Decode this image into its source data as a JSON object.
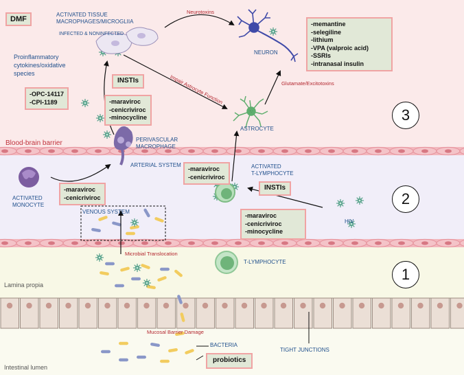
{
  "zones": {
    "brain": "Blood-brain barrier",
    "lamina": "Lamina propia",
    "lumen": "Intestinal  lumen"
  },
  "labels": {
    "activated_macro_1": "ACTIVATED TISSUE",
    "activated_macro_2": "MACROPHAGES/MICROGLIIA",
    "infected": "INFECTED & NONINFECTED",
    "proinflam_1": "Proinflammatory",
    "proinflam_2": "cytokines/oxidative",
    "proinflam_3": "species",
    "neurotoxins": "Neurotoxins",
    "neuron": "NEURON",
    "impair": "Impair Astrocyte Function",
    "glutamate": "Glutamate/Excitotoxins",
    "astrocyte": "ASTROCYTE",
    "perivascular_1": "PERIVASCULAR",
    "perivascular_2": "MACROPHAGE",
    "arterial": "ARTERIAL SYSTEM",
    "activated_t_1": "ACTIVATED",
    "activated_t_2": "T-LYMPHOCYTE",
    "activated_mono_1": "ACTIVATED",
    "activated_mono_2": "MONOCYTE",
    "venous": "VENOUS SYSTEM",
    "hiv": "HIV",
    "microbial": "Microbial Translocation",
    "t_lymph": "T-LYMPHOCYTE",
    "mucosal": "Mucosal Barrier Damage",
    "bacteria": "BACTERIA",
    "tight": "TIGHT JUNCTIONS"
  },
  "boxes": {
    "dmf": [
      "DMF"
    ],
    "opc": [
      "-OPC-14117",
      "-CPI-1189"
    ],
    "insti_top": [
      "INSTIs"
    ],
    "mcm_top": [
      "-maraviroc",
      "-cenicriviroc",
      "-minocycline"
    ],
    "drugs_right": [
      "-memantine",
      "-selegiline",
      "-lithium",
      "-VPA (valproic acid)",
      "-SSRIs",
      "-intranasal  insulin"
    ],
    "mc_left": [
      "-maraviroc",
      "-cenicriviroc"
    ],
    "mc_mid": [
      "-maraviroc",
      "-cenicriviroc"
    ],
    "insti_mid": [
      "INSTIs"
    ],
    "mcm_mid": [
      "-maraviroc",
      "-cenicriviroc",
      "-minocycline"
    ],
    "probiotics": [
      "probiotics"
    ]
  },
  "stages": [
    "3",
    "2",
    "1"
  ],
  "colors": {
    "brain_bg": "#fbeaea",
    "vessel_bg": "#f1eef9",
    "lamina_bg": "#f8f8e6",
    "lumen_bg": "#fafaf0",
    "box_fill": "#e1e8d7",
    "box_border": "#f0a3a3",
    "label_blue": "#1f4f8c",
    "label_red": "#b3262e",
    "endothelium": "#e58f99",
    "virus": "#5aa38d",
    "neuron": "#3f4aa8",
    "astrocyte": "#5fae6e",
    "macrophage": "#7c6aa8"
  }
}
